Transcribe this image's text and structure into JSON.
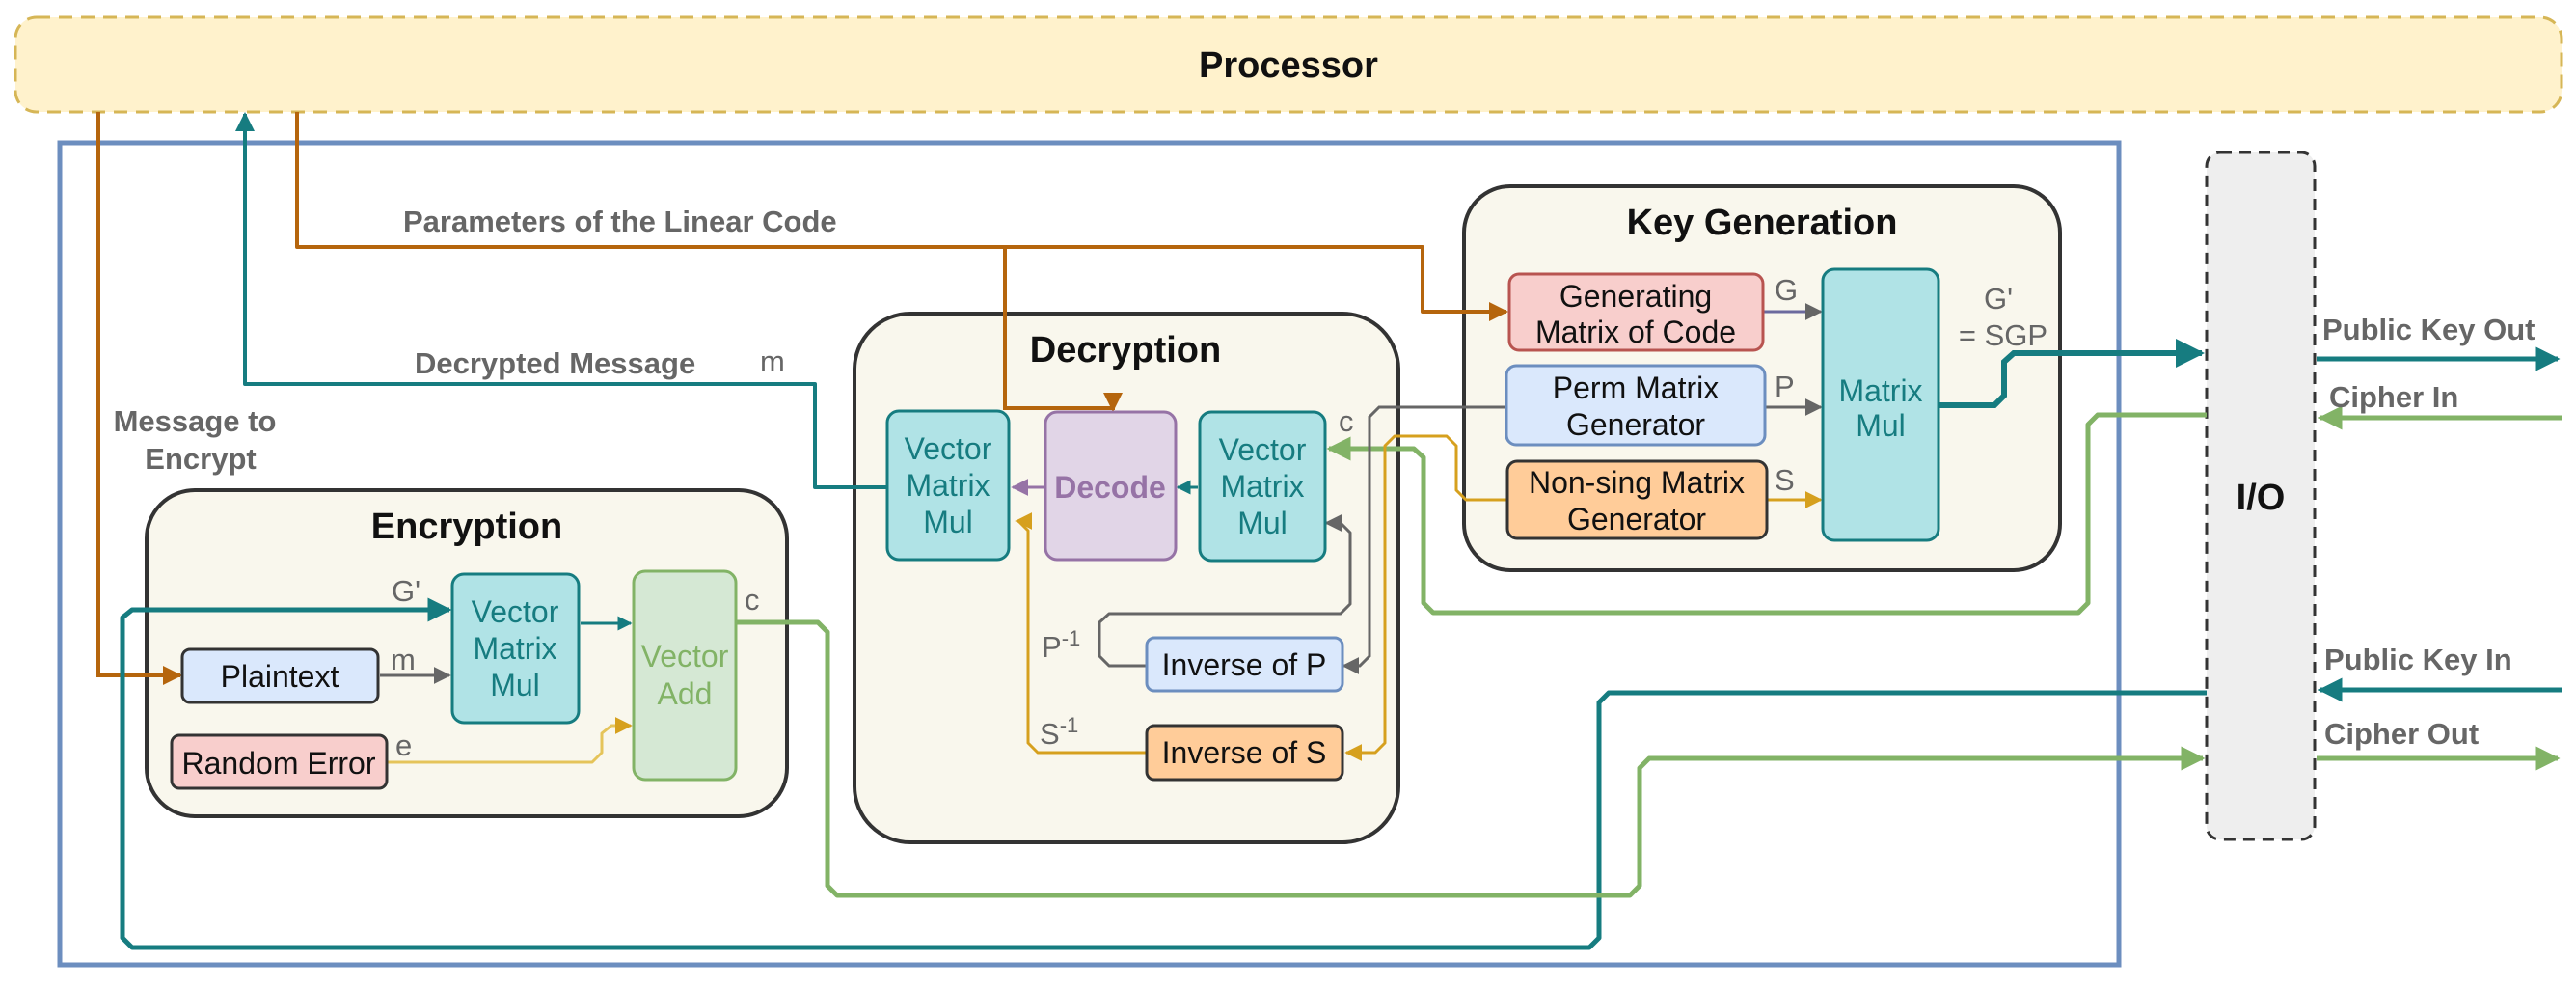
{
  "diagram": {
    "processor": "Processor",
    "io": "I/O",
    "groups": {
      "key_generation": "Key Generation",
      "decryption": "Decryption",
      "encryption": "Encryption"
    },
    "blocks": {
      "gen_matrix": [
        "Generating",
        "Matrix of Code"
      ],
      "perm_gen": [
        "Perm Matrix",
        "Generator"
      ],
      "nonsing_gen": [
        "Non-sing Matrix",
        "Generator"
      ],
      "key_matrix_mul": [
        "Matrix",
        "Mul"
      ],
      "dec_vmm_left": [
        "Vector",
        "Matrix",
        "Mul"
      ],
      "decode": "Decode",
      "dec_vmm_right": [
        "Vector",
        "Matrix",
        "Mul"
      ],
      "inverse_p": "Inverse of P",
      "inverse_s": "Inverse of S",
      "plaintext": "Plaintext",
      "random_error": "Random Error",
      "enc_vmm": [
        "Vector",
        "Matrix",
        "Mul"
      ],
      "vector_add": [
        "Vector",
        "Add"
      ]
    },
    "edge_labels": {
      "params": "Parameters of the Linear Code",
      "decrypted_message": "Decrypted Message",
      "m_out": "m",
      "message_to_encrypt": [
        "Message to",
        "Encrypt"
      ],
      "g": "G",
      "p": "P",
      "s": "S",
      "g_prime_sgp": [
        "G'",
        "= SGP"
      ],
      "c_dec": "c",
      "p_inv": "P",
      "s_inv": "S",
      "inv_exp": "-1",
      "g_prime_enc": "G'",
      "m_enc": "m",
      "e": "e",
      "c_enc": "c"
    },
    "io_ports": {
      "public_key_out": "Public Key Out",
      "cipher_in": "Cipher In",
      "public_key_in": "Public Key In",
      "cipher_out": "Cipher Out"
    }
  },
  "colors": {
    "teal": "#167c80",
    "orange_arrow": "#b5650d",
    "green_arrow": "#82b366",
    "yellow_arrow": "#d6a01e",
    "gray_arrow": "#666666",
    "purple_arrow": "#9673a6",
    "system_border": "#6c8ebf"
  }
}
